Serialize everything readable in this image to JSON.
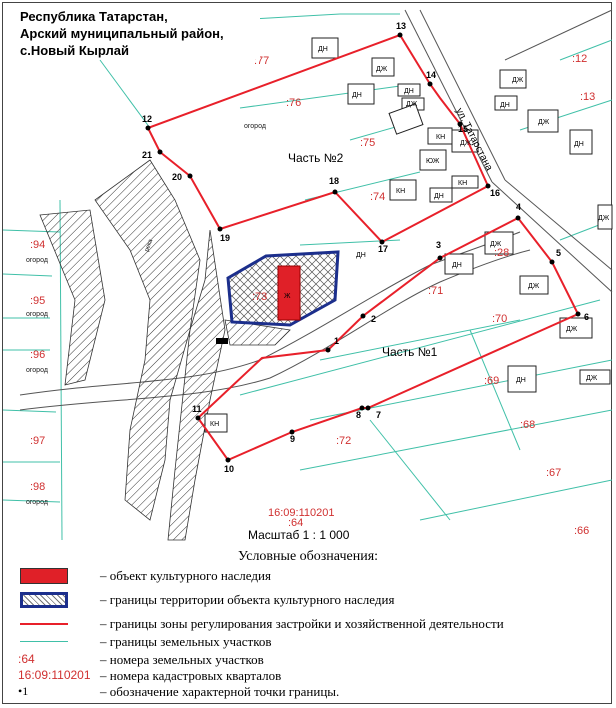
{
  "title_lines": [
    "Республика Татарстан,",
    "Арский муниципальный район,",
    "с.Новый Кырлай"
  ],
  "part_labels": [
    "Часть №2",
    "Часть №1"
  ],
  "street_label": "ул. Татарстана",
  "river_label": "река",
  "cadastral_quarter": "16:09:110201",
  "scale_text": "Масштаб 1 : 1 000",
  "parcels": [
    {
      "label": ":77",
      "color": "#d03030"
    },
    {
      "label": ":76",
      "color": "#d03030"
    },
    {
      "label": ":75",
      "color": "#d03030"
    },
    {
      "label": ":74",
      "color": "#d03030"
    },
    {
      "label": ":73",
      "color": "#d03030"
    },
    {
      "label": ":71",
      "color": "#d03030"
    },
    {
      "label": ":70",
      "color": "#d03030"
    },
    {
      "label": ":69",
      "color": "#d03030"
    },
    {
      "label": ":68",
      "color": "#d03030"
    },
    {
      "label": ":67",
      "color": "#d03030"
    },
    {
      "label": ":66",
      "color": "#d03030"
    },
    {
      "label": ":72",
      "color": "#d03030"
    },
    {
      "label": ":64",
      "color": "#d03030"
    },
    {
      "label": ":12",
      "color": "#d03030"
    },
    {
      "label": ":13",
      "color": "#d03030"
    },
    {
      "label": ":94",
      "color": "#d03030"
    },
    {
      "label": ":95",
      "color": "#d03030"
    },
    {
      "label": ":96",
      "color": "#d03030"
    },
    {
      "label": ":97",
      "color": "#d03030"
    },
    {
      "label": ":98",
      "color": "#d03030"
    },
    {
      "label": ":28",
      "color": "#d03030"
    }
  ],
  "garden_labels": [
    "огород",
    "огород",
    "огород",
    "огород",
    "огород"
  ],
  "buildings": [
    "ДН",
    "ДЖ",
    "ДЖ",
    "ДН",
    "ДН",
    "ДЖ",
    "КН",
    "ДЖ",
    "ДН",
    "ЮЖ",
    "ДЖ",
    "КН",
    "КН",
    "ДН",
    "ДЖ",
    "ДН",
    "ДЖ",
    "ДЖ",
    "ДН",
    "ДЖ",
    "ДЖ",
    "ДН",
    "КН",
    "ДН",
    "Ж"
  ],
  "points": [
    "1",
    "2",
    "3",
    "4",
    "5",
    "6",
    "7",
    "8",
    "9",
    "10",
    "11",
    "12",
    "13",
    "14",
    "15",
    "16",
    "17",
    "18",
    "19",
    "20",
    "21"
  ],
  "colors": {
    "zone": "#e8202a",
    "parcel": "#40c0a8",
    "territory": "#1c2f8c",
    "object": "#e02028",
    "numbers": "#d03030"
  },
  "legend": {
    "title": "Условные обозначения:",
    "items": [
      {
        "code": "",
        "text": "– объект культурного наследия"
      },
      {
        "code": "",
        "text": "– границы территории объекта культурного наследия"
      },
      {
        "code": "",
        "text": "– границы зоны регулирования застройки и хозяйственной деятельности"
      },
      {
        "code": "",
        "text": "– границы земельных участков"
      },
      {
        "code": ":64",
        "text": "– номера земельных участков"
      },
      {
        "code": "16:09:110201",
        "text": "– номера кадастровых кварталов"
      },
      {
        "code": "•1",
        "text": "– обозначение характерной точки границы."
      }
    ]
  }
}
